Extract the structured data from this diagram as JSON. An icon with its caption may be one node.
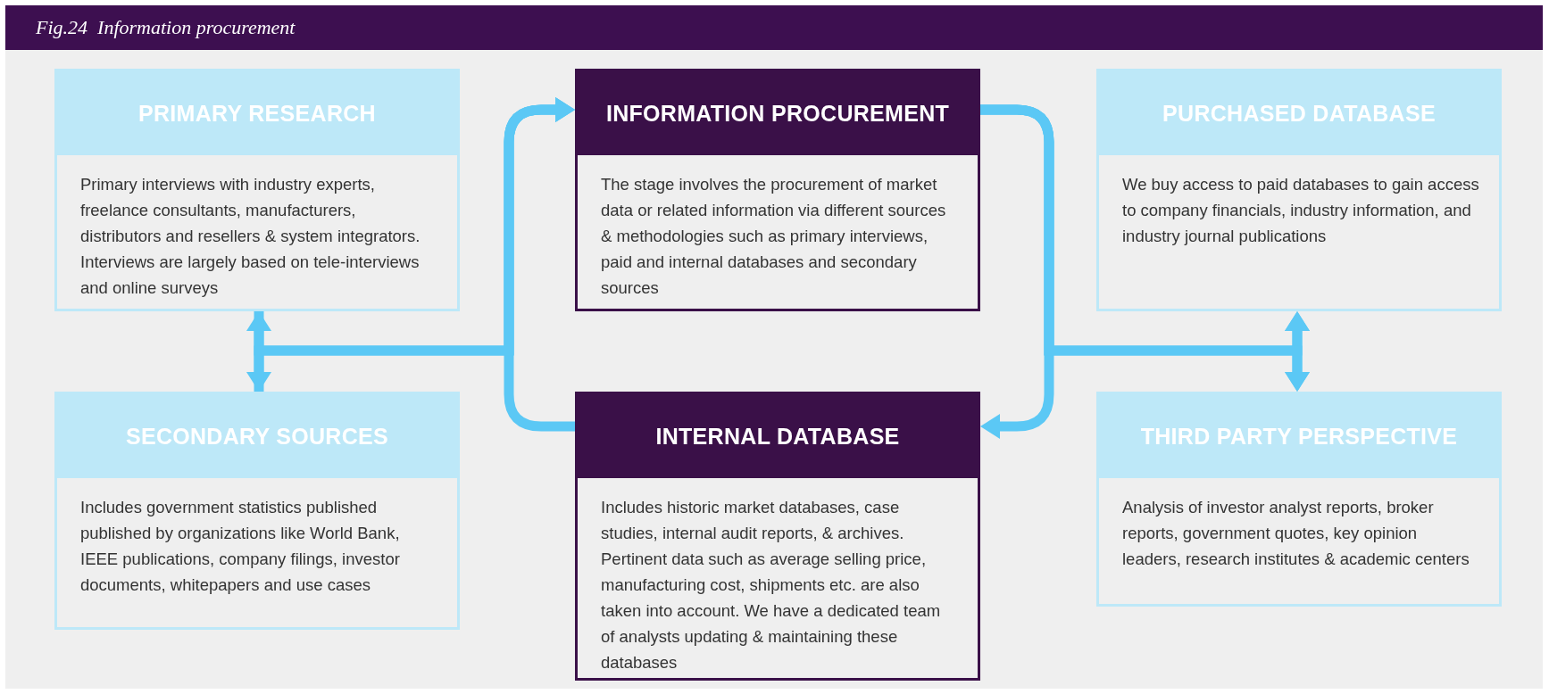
{
  "diagram": {
    "title": "Fig.24  Information procurement",
    "nodes": [
      {
        "text": [
          "PRIMARY RESEARCH",
          "Primary interviews with industry experts, freelance consultants, manufacturers, distributors and resellers & system integrators. Interviews are largely based on tele-interviews and online surveys"
        ]
      },
      {
        "text": [
          "INFORMATION PROCUREMENT",
          "The stage involves the procurement of market data or related information via different sources & methodologies such as primary interviews, paid and internal databases and secondary sources"
        ]
      },
      {
        "text": [
          "PURCHASED DATABASE",
          "We buy access to paid databases to gain access to company financials, industry information, and industry journal publications"
        ]
      },
      {
        "text": [
          "SECONDARY SOURCES",
          "Includes government statistics published published by organizations like World Bank, IEEE publications, company filings, investor documents, whitepapers and use cases"
        ]
      },
      {
        "text": [
          "INTERNAL DATABASE",
          "Includes historic market databases, case studies, internal audit reports, & archives. Pertinent data such as average selling price, manufacturing cost, shipments etc. are also taken into account. We have a dedicated team of analysts updating & maintaining these databases"
        ]
      },
      {
        "text": [
          "THIRD PARTY PERSPECTIVE",
          "Analysis of investor analyst  reports, broker reports, government quotes, key opinion leaders, research institutes & academic centers"
        ]
      }
    ],
    "edges": [
      {
        "from": 0,
        "to": 3,
        "arrow": "both"
      },
      {
        "from": 4,
        "to": 1,
        "arrow": "to"
      },
      {
        "from": 1,
        "to": 4,
        "arrow": "to"
      },
      {
        "from": 2,
        "to": 5,
        "arrow": "both"
      },
      {
        "from": 0,
        "to": 1,
        "arrow": "to"
      },
      {
        "from": 3,
        "to": 1,
        "arrow": "to"
      },
      {
        "from": 1,
        "to": 2,
        "arrow": "to"
      },
      {
        "from": 1,
        "to": 5,
        "arrow": "to"
      }
    ]
  }
}
